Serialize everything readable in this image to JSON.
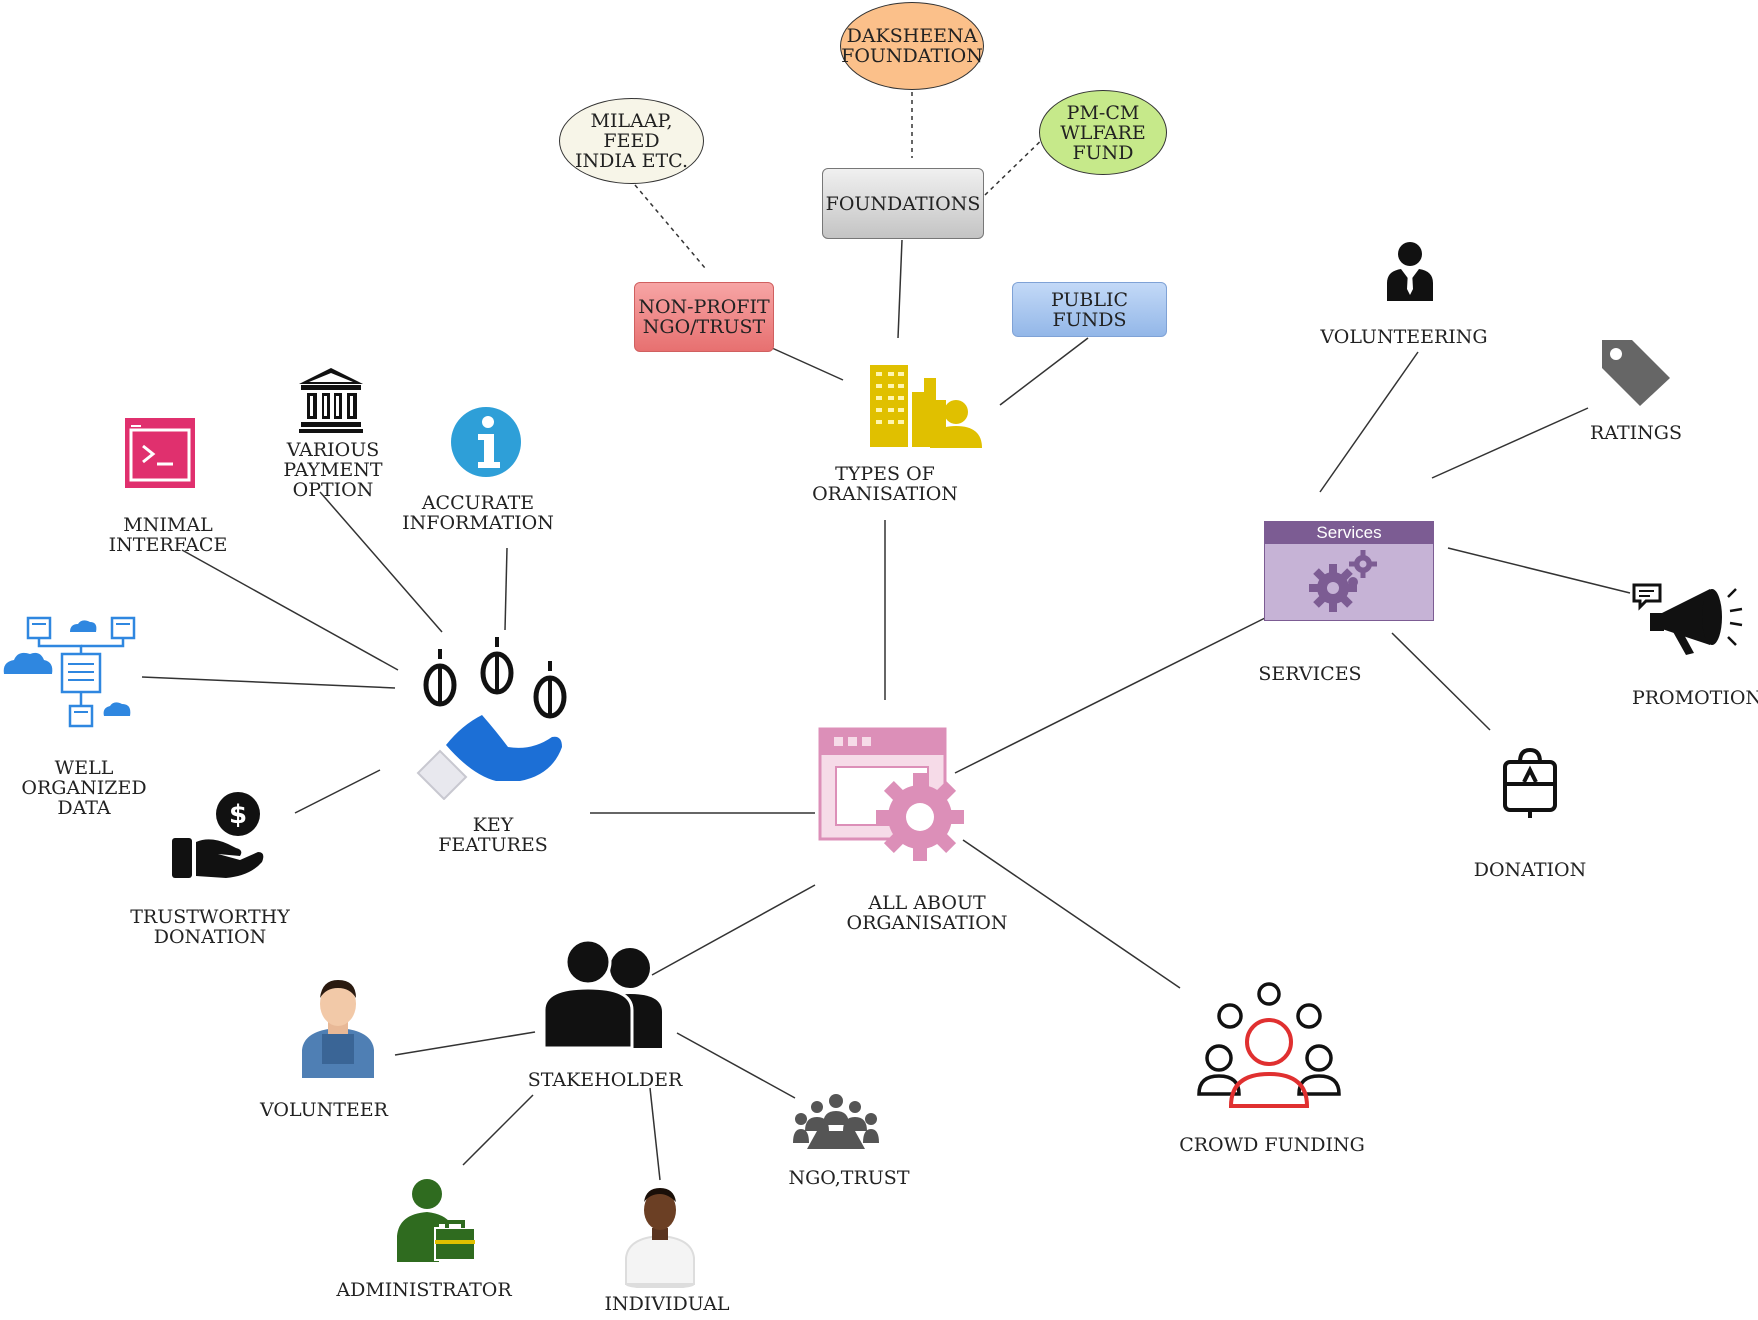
{
  "diagram": {
    "nodes": {
      "daksheena": "DAKSHEENA\nFOUNDATION",
      "milaap": "MILAAP, FEED\nINDIA ETC.",
      "pmcm": "PM-CM\nWLFARE\nFUND",
      "foundations": "FOUNDATIONS",
      "nonprofit": "NON-PROFIT\nNGO/TRUST",
      "public_funds": "PUBLIC FUNDS",
      "types": "TYPES OF\nORANISATION",
      "volunteering": "VOLUNTEERING",
      "ratings": "RATINGS",
      "services_panel_title": "Services",
      "services": "SERVICES",
      "promotion": "PROMOTION",
      "donation": "DONATION",
      "mnimal": "MNIMAL\nINTERFACE",
      "various_payment": "VARIOUS\nPAYMENT\nOPTION",
      "accurate": "ACCURATE\nINFORMATION",
      "well_organized": "WELL\nORGANIZED\nDATA",
      "key_features": "KEY\nFEATURES",
      "trustworthy": "TRUSTWORTHY\nDONATION",
      "all_about": "ALL ABOUT\nORGANISATION",
      "crowd_funding": "CROWD FUNDING",
      "stakeholder": "STAKEHOLDER",
      "volunteer": "VOLUNTEER",
      "ngo_trust": "NGO,TRUST",
      "administrator": "ADMINISTRATOR",
      "individual": "INDIVIDUAL"
    },
    "colors": {
      "daksheena": "#fbc08a",
      "milaap": "#f7f5e8",
      "pmcm": "#c6e98a",
      "foundations": "#d9d9d9",
      "nonprofit": "#f08a8a",
      "public_funds": "#a9c7ef",
      "services_panel": "#c6b3d6",
      "services_header": "#7c5c93",
      "hub_pink": "#dc8fb8",
      "building_yellow": "#e0c000",
      "mnimal_pink": "#e0306e",
      "info_blue": "#2e9fd8",
      "data_blue": "#2f87e0",
      "hand_blue": "#1c6fd6",
      "crowd_red": "#e03030",
      "admin_green": "#2f6b1f"
    },
    "icons": {
      "types": "buildings-person-icon",
      "volunteering": "businessman-icon",
      "ratings": "tag-icon",
      "services": "gears-icon",
      "promotion": "megaphone-icon",
      "donation": "bag-icon",
      "mnimal": "terminal-window-icon",
      "various_payment": "bank-icon",
      "accurate": "info-icon",
      "well_organized": "cloud-data-icon",
      "key_features": "hand-coins-icon",
      "trustworthy": "hand-dollar-icon",
      "all_about": "window-gear-icon",
      "crowd_funding": "crowd-icon",
      "stakeholder": "people-silhouette-icon",
      "volunteer": "worker-icon",
      "ngo_trust": "group-meeting-icon",
      "administrator": "admin-toolbox-icon",
      "individual": "person-icon"
    }
  }
}
